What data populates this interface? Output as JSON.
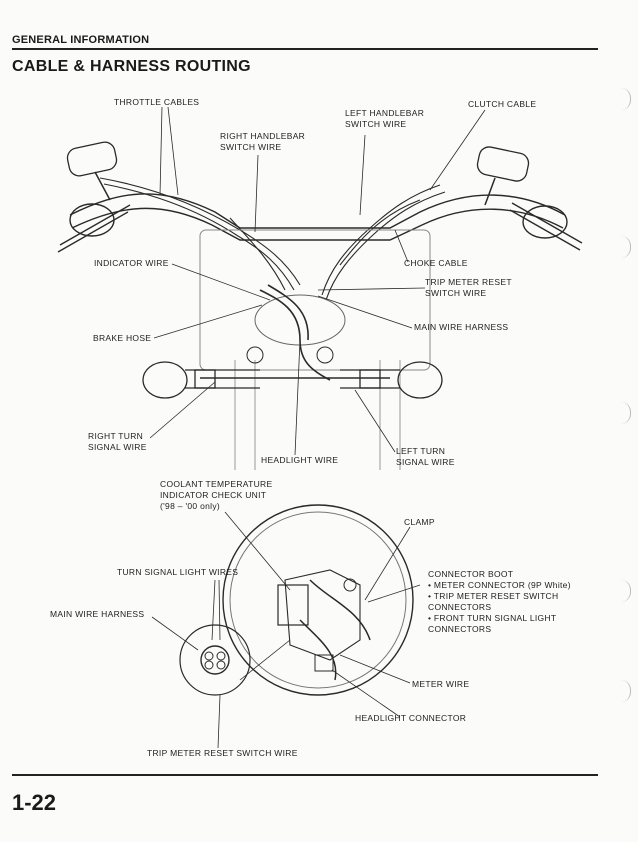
{
  "header": {
    "section": "GENERAL INFORMATION",
    "title": "CABLE & HARNESS ROUTING"
  },
  "footer": {
    "page_number": "1-22"
  },
  "labels": {
    "throttle_cables": "THROTTLE CABLES",
    "left_handlebar_switch_wire": [
      "LEFT HANDLEBAR",
      "SWITCH WIRE"
    ],
    "clutch_cable": "CLUTCH CABLE",
    "right_handlebar_switch_wire": [
      "RIGHT HANDLEBAR",
      "SWITCH WIRE"
    ],
    "indicator_wire": "INDICATOR WIRE",
    "choke_cable": "CHOKE CABLE",
    "trip_meter_reset_switch_wire_top": [
      "TRIP METER RESET",
      "SWITCH WIRE"
    ],
    "main_wire_harness_top": "MAIN WIRE HARNESS",
    "brake_hose": "BRAKE HOSE",
    "right_turn_signal_wire": [
      "RIGHT TURN",
      "SIGNAL WIRE"
    ],
    "headlight_wire": "HEADLIGHT WIRE",
    "left_turn_signal_wire": [
      "LEFT TURN",
      "SIGNAL WIRE"
    ],
    "coolant_temp_unit": [
      "COOLANT TEMPERATURE",
      "INDICATOR CHECK UNIT",
      "('98 – '00 only)"
    ],
    "clamp": "CLAMP",
    "turn_signal_light_wires": "TURN SIGNAL LIGHT WIRES",
    "connector_boot": [
      "CONNECTOR BOOT",
      "• METER CONNECTOR (9P White)",
      "• TRIP METER RESET SWITCH",
      "  CONNECTORS",
      "• FRONT TURN SIGNAL LIGHT",
      "  CONNECTORS"
    ],
    "main_wire_harness_bottom": "MAIN WIRE HARNESS",
    "meter_wire": "METER WIRE",
    "headlight_connector": "HEADLIGHT CONNECTOR",
    "trip_meter_reset_switch_wire_bottom": "TRIP METER RESET SWITCH WIRE"
  }
}
